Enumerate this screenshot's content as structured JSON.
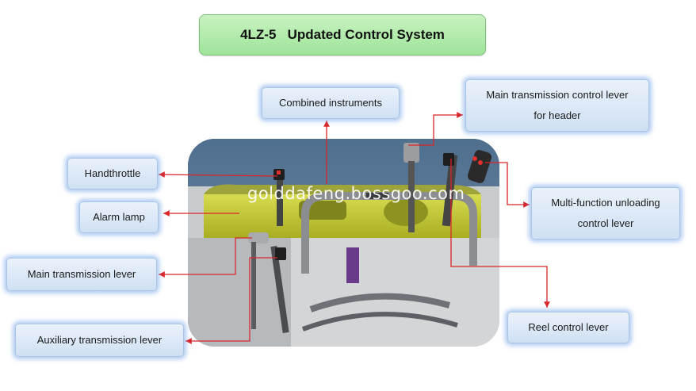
{
  "title": "4LZ-5   Updated Control System",
  "watermark": "golddafeng.bossgoo.com",
  "labels": {
    "combined_instruments": "Combined instruments",
    "main_transmission_header_line1": "Main transmission control lever",
    "main_transmission_header_line2": "for header",
    "handthrottle": "Handthrottle",
    "alarm_lamp": "Alarm lamp",
    "multifunction_line1": "Multi-function unloading",
    "multifunction_line2": "control lever",
    "main_transmission_lever": "Main transmission lever",
    "auxiliary_transmission_lever": "Auxiliary transmission lever",
    "reel_control_lever": "Reel control lever"
  },
  "colors": {
    "arrow": "#d9262b",
    "title_bg": "#a8e8a3",
    "label_bg": "#d7e5f5",
    "dashboard": "#c8cc3a"
  }
}
